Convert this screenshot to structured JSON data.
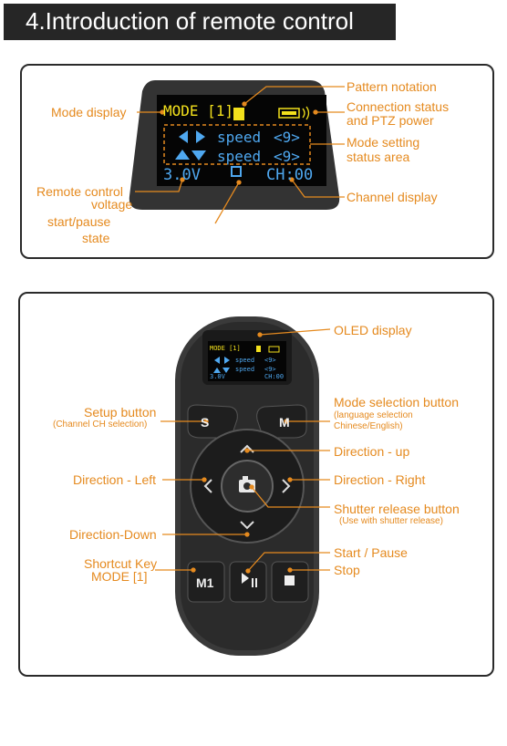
{
  "page": {
    "title": "4.Introduction of remote control"
  },
  "screen_panel": {
    "oled": {
      "mode": "MODE [1]",
      "speed_1": "speed",
      "value_1": "<9>",
      "speed_2": "speed",
      "value_2": "<9>",
      "voltage": "3.0V",
      "channel": "CH:00"
    },
    "labels": {
      "mode_display": "Mode display",
      "pattern_notation": "Pattern notation",
      "connection_status_1": "Connection status",
      "connection_status_2": "and PTZ power",
      "mode_setting_1": "Mode setting",
      "mode_setting_2": "status area",
      "remote_voltage_1": "Remote control",
      "remote_voltage_2": "voltage",
      "start_pause_1": "start/pause",
      "start_pause_2": "state",
      "channel_display": "Channel display"
    }
  },
  "remote_panel": {
    "oled": {
      "mode": "MODE [1]",
      "speed_1": "speed",
      "value_1": "<9>",
      "speed_2": "speed",
      "value_2": "<9>",
      "voltage": "3.0V",
      "channel": "CH:00"
    },
    "buttons": {
      "s": "S",
      "m": "M",
      "m1": "M1"
    },
    "labels": {
      "oled_display": "OLED display",
      "setup_button": "Setup button",
      "setup_sub": "(Channel CH selection)",
      "mode_selection": "Mode selection button",
      "mode_selection_sub_1": "(language selection",
      "mode_selection_sub_2": "Chinese/English)",
      "direction_up": "Direction - up",
      "direction_left": "Direction - Left",
      "direction_right": "Direction - Right",
      "shutter": "Shutter release button",
      "shutter_sub": "(Use with shutter release)",
      "direction_down": "Direction-Down",
      "start_pause": "Start / Pause",
      "shortcut_1": "Shortcut Key",
      "shortcut_2": "MODE [1]",
      "stop": "Stop"
    }
  },
  "colors": {
    "label": "#e58a1f",
    "oled_text": "#4fa8f0",
    "oled_yellow": "#f2e01c",
    "remote_body": "#2e2e2e"
  }
}
